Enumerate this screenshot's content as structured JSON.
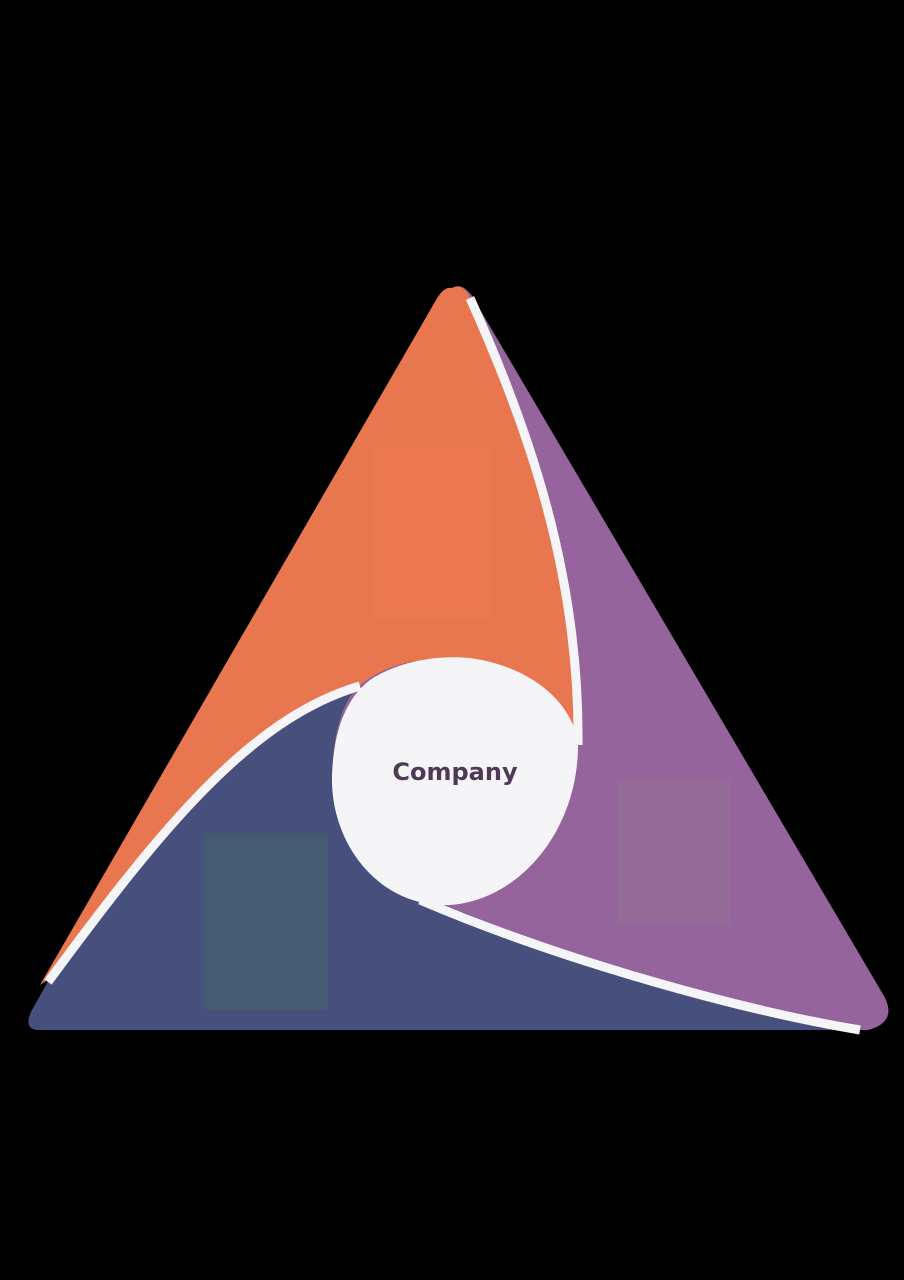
{
  "diagram": {
    "type": "triangle-swirl",
    "center": {
      "label": "Company",
      "fill": "#f5f5f8",
      "text_color": "#4e3a55"
    },
    "segments": [
      {
        "name": "top",
        "color": "#e8764f",
        "placeholder_color": "#ec7850",
        "label": ""
      },
      {
        "name": "right",
        "color": "#96649c",
        "placeholder_color": "#956c98",
        "label": ""
      },
      {
        "name": "left",
        "color": "#474f7c",
        "placeholder_color": "#435a70",
        "label": ""
      }
    ],
    "separator_color": "#f5f5f8",
    "background": "#000000"
  }
}
